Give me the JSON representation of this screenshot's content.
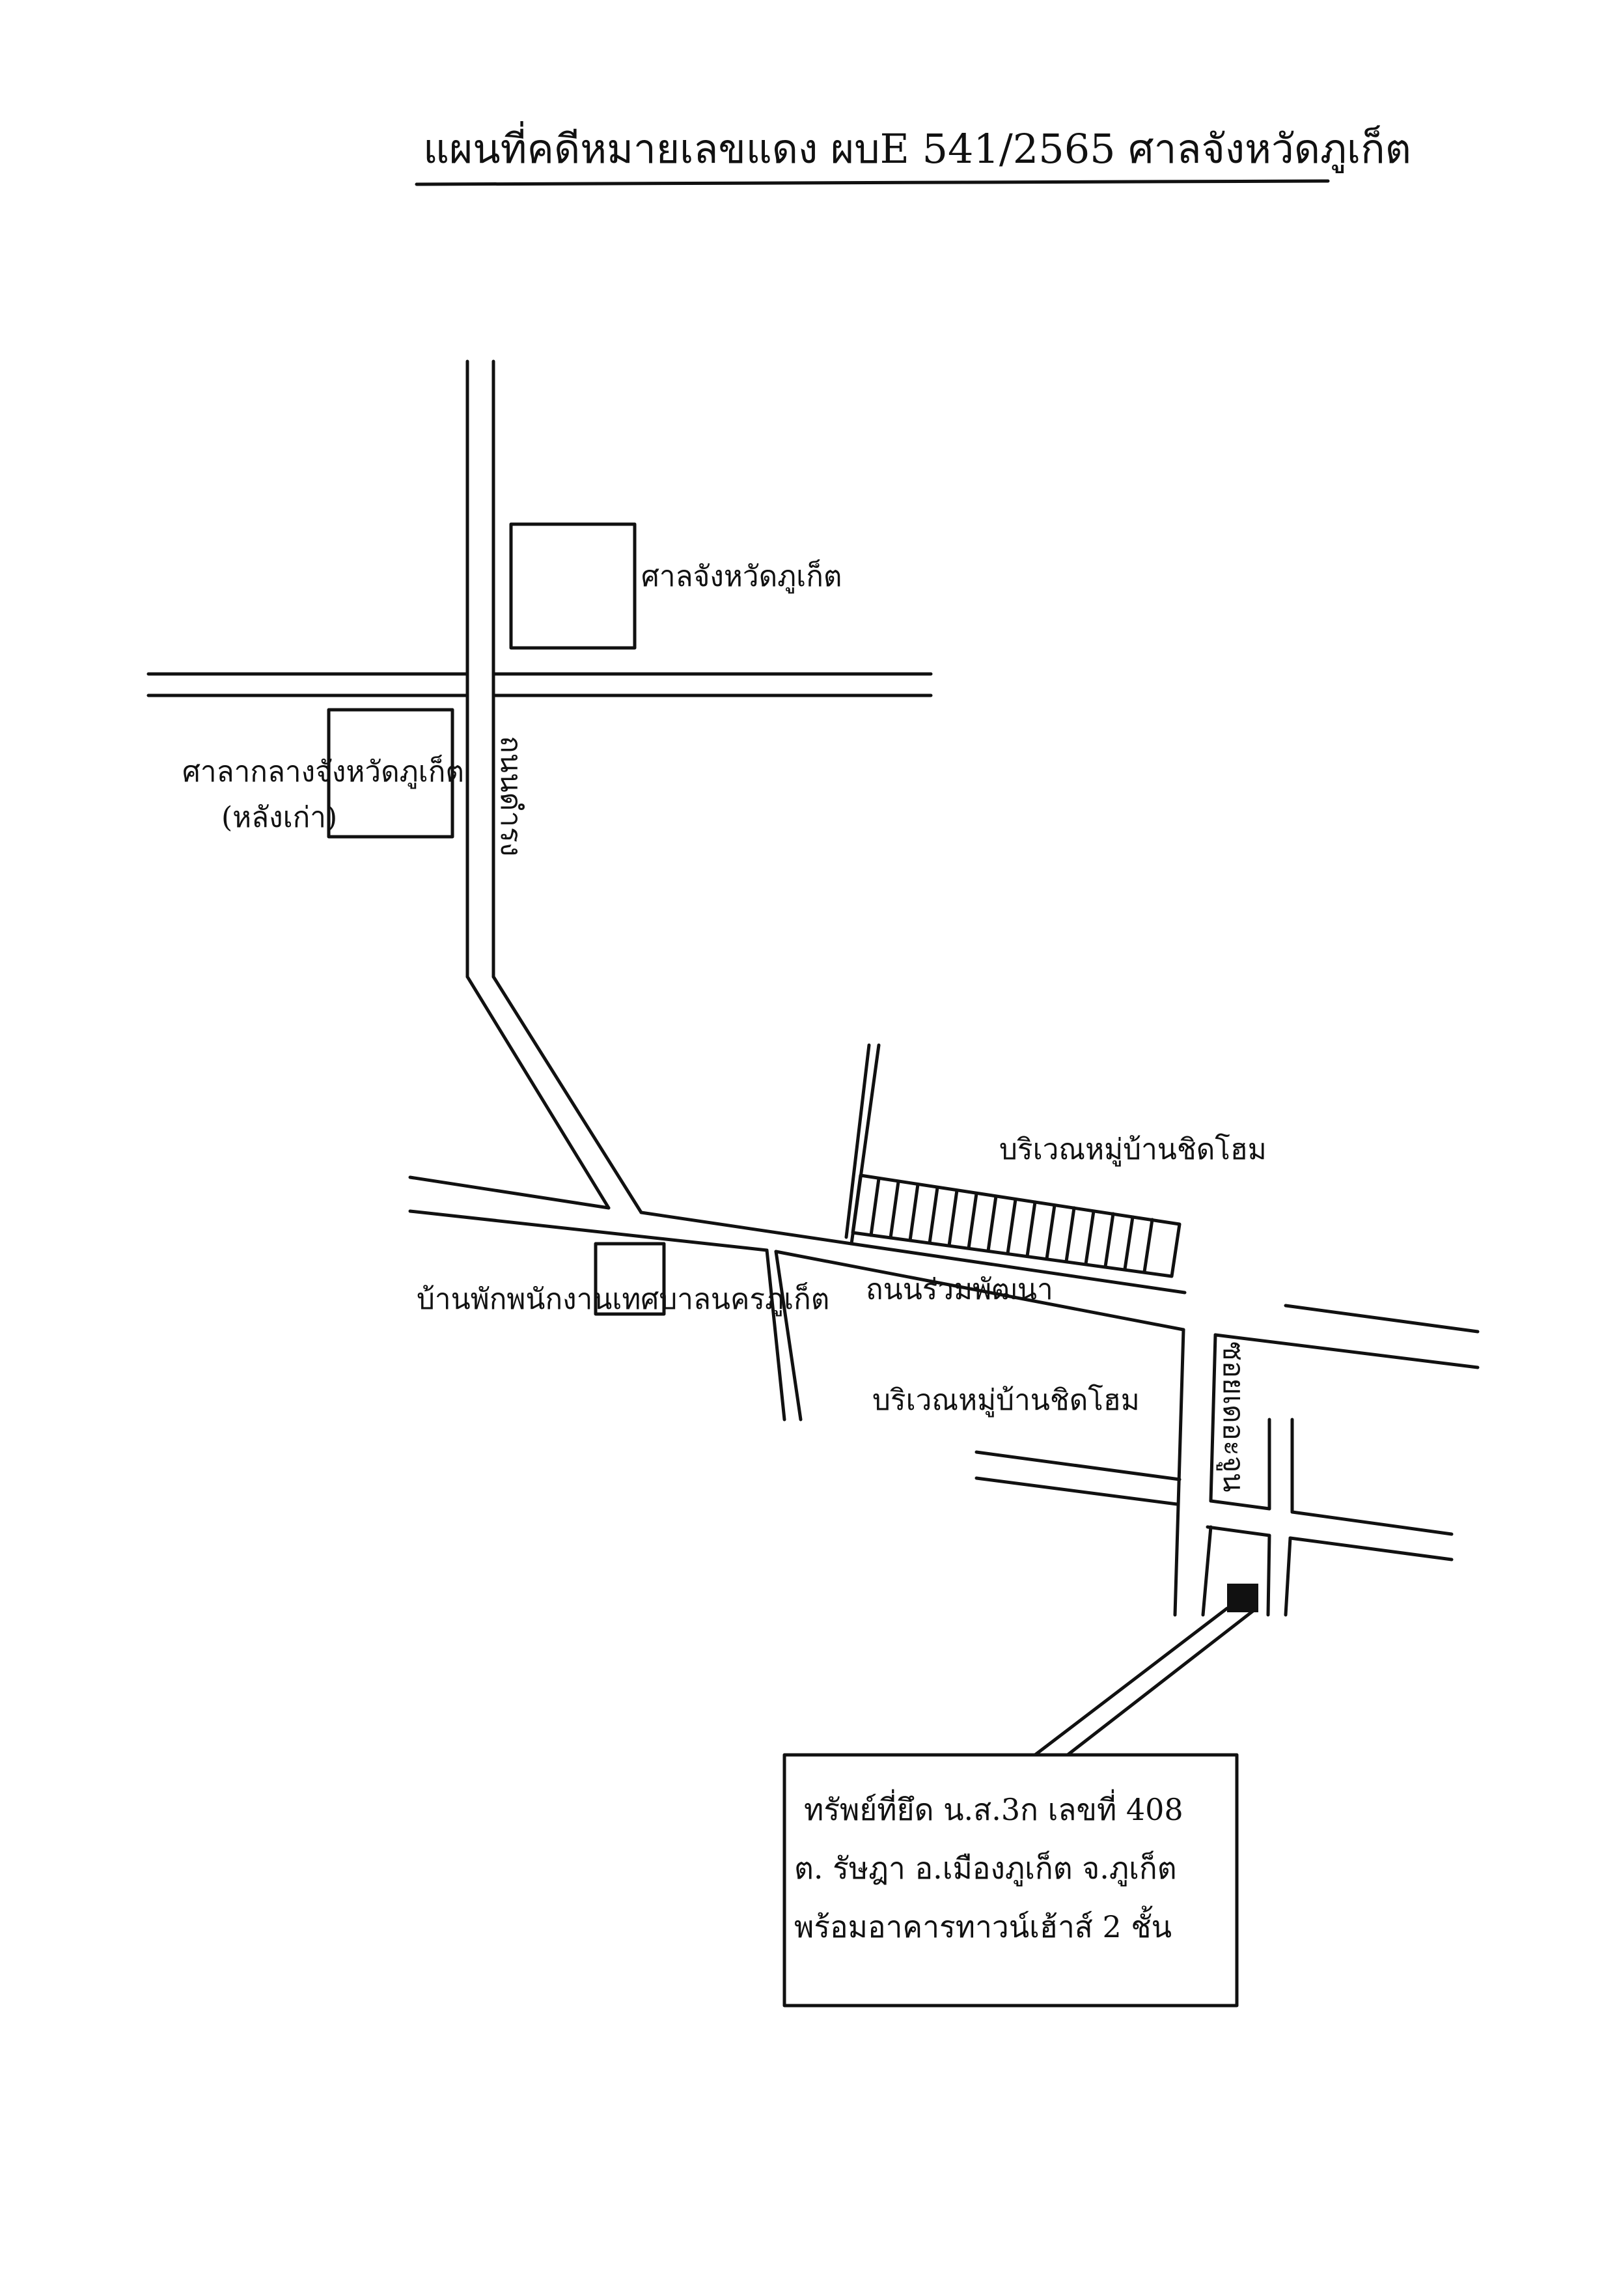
{
  "map": {
    "title": "แผนที่คดีหมายเลขแดง ผบE 541/2565 ศาลจังหวัดภูเก็ต",
    "labels": {
      "court": "ศาลจังหวัดภูเก็ต",
      "old_city_hall_line1": "ศาลากลางจังหวัดภูเก็ต",
      "old_city_hall_line2": "(หลังเก่า)",
      "road_thanon": "ถนนดำรง",
      "village_north": "บริเวณหมู่บ้านชิดโฮม",
      "road_ruam": "ถนนร่วมพัฒนา",
      "staff_house": "บ้านพักพนักงานเทศบาลนครภูเก็ต",
      "village_south": "บริเวณหมู่บ้านชิดโฮม",
      "soi": "ซอยเดอะจูน"
    },
    "property_note": [
      "ทรัพย์ที่ยึด น.ส.3ก เลขที่ 408",
      "ต. รัษฎา อ.เมืองภูเก็ต จ.ภูเก็ต",
      "พร้อมอาคารทาวน์เฮ้าส์ 2 ชั้น"
    ],
    "colors": {
      "ink": "#111111",
      "paper": "#ffffff"
    }
  }
}
